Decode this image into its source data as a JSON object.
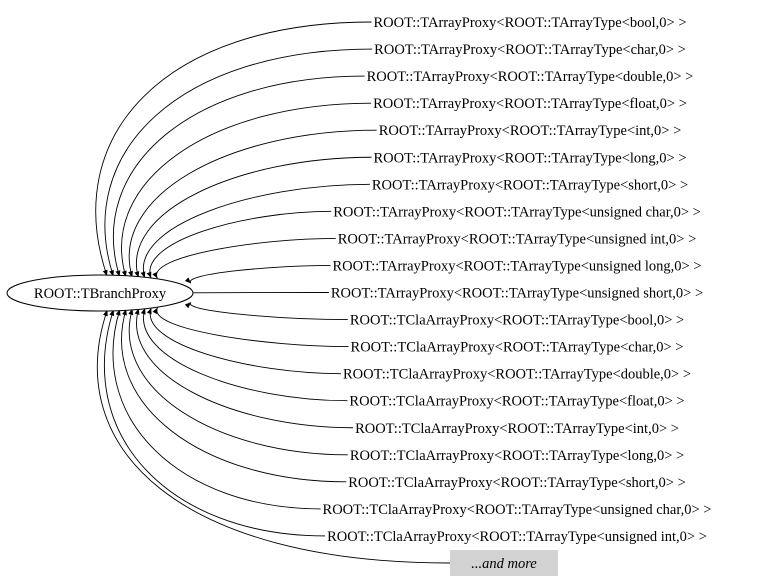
{
  "base_class": "ROOT::TBranchProxy",
  "derived_classes": [
    "ROOT::TArrayProxy<ROOT::TArrayType<bool,0> >",
    "ROOT::TArrayProxy<ROOT::TArrayType<char,0> >",
    "ROOT::TArrayProxy<ROOT::TArrayType<double,0> >",
    "ROOT::TArrayProxy<ROOT::TArrayType<float,0> >",
    "ROOT::TArrayProxy<ROOT::TArrayType<int,0> >",
    "ROOT::TArrayProxy<ROOT::TArrayType<long,0> >",
    "ROOT::TArrayProxy<ROOT::TArrayType<short,0> >",
    "ROOT::TArrayProxy<ROOT::TArrayType<unsigned char,0> >",
    "ROOT::TArrayProxy<ROOT::TArrayType<unsigned int,0> >",
    "ROOT::TArrayProxy<ROOT::TArrayType<unsigned long,0> >",
    "ROOT::TArrayProxy<ROOT::TArrayType<unsigned short,0> >",
    "ROOT::TClaArrayProxy<ROOT::TArrayType<bool,0> >",
    "ROOT::TClaArrayProxy<ROOT::TArrayType<char,0> >",
    "ROOT::TClaArrayProxy<ROOT::TArrayType<double,0> >",
    "ROOT::TClaArrayProxy<ROOT::TArrayType<float,0> >",
    "ROOT::TClaArrayProxy<ROOT::TArrayType<int,0> >",
    "ROOT::TClaArrayProxy<ROOT::TArrayType<long,0> >",
    "ROOT::TClaArrayProxy<ROOT::TArrayType<short,0> >",
    "ROOT::TClaArrayProxy<ROOT::TArrayType<unsigned char,0> >",
    "ROOT::TClaArrayProxy<ROOT::TArrayType<unsigned int,0> >"
  ],
  "more_label": "...and more",
  "colors": {
    "more_fill": "#d3d3d3",
    "edge": "#000000"
  }
}
